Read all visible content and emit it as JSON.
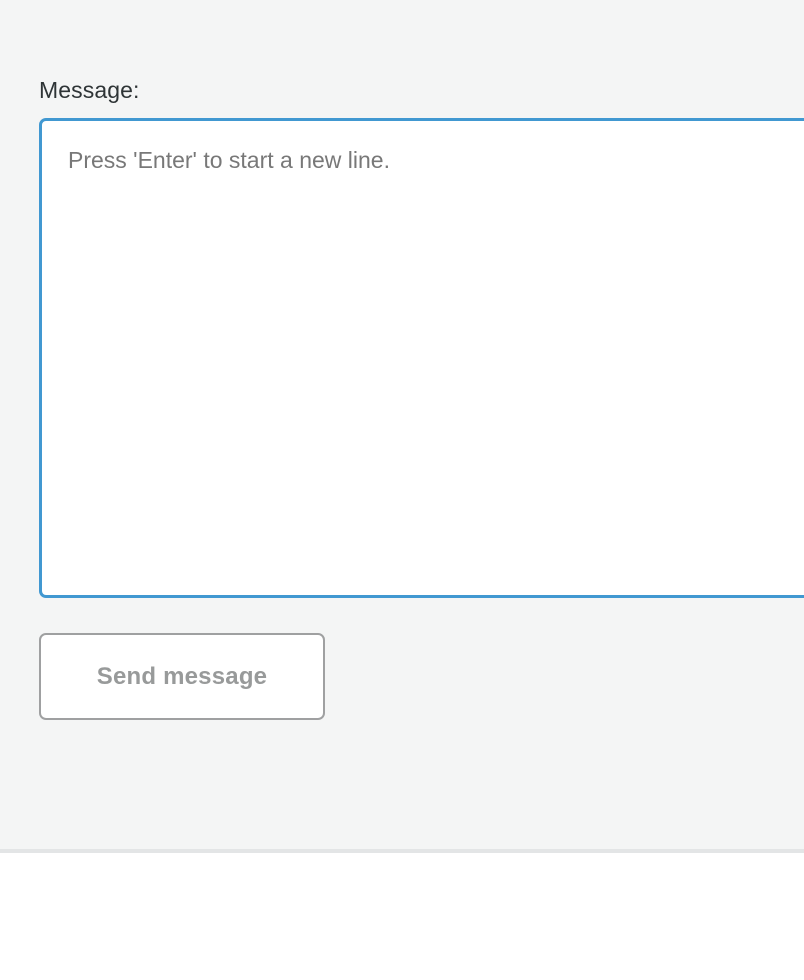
{
  "composer": {
    "label": "Message:",
    "message_value": "",
    "message_placeholder": "Press 'Enter' to start a new line.",
    "send_label": "Send message"
  },
  "colors": {
    "panel_background": "#f4f5f5",
    "page_background": "#ffffff",
    "textarea_border_focus": "#4198d1",
    "textarea_background": "#ffffff",
    "label_text": "#2e3436",
    "placeholder_text": "#787878",
    "button_border": "#9fa0a1",
    "button_text": "#989a9a",
    "divider": "#e3e5e6"
  }
}
